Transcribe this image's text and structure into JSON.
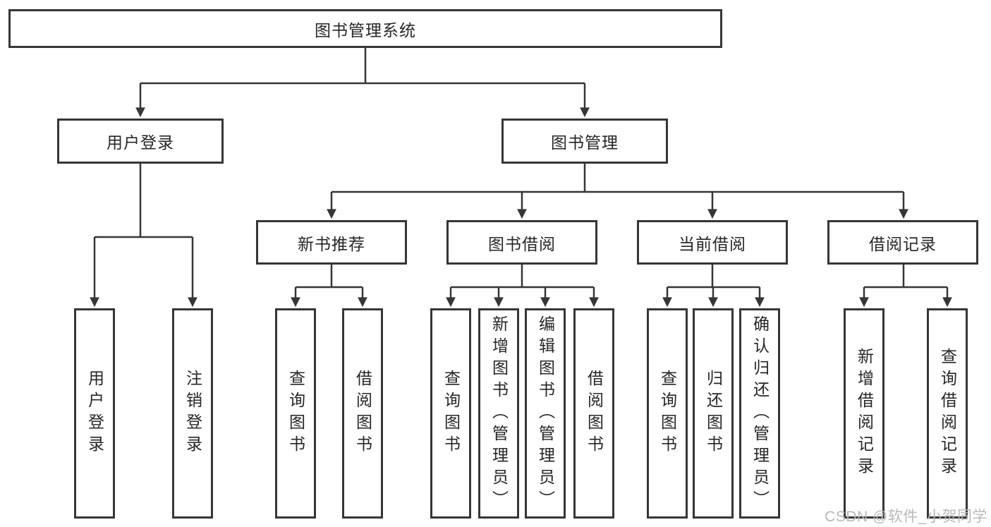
{
  "colors": {
    "line": "#363636",
    "text": "#262626",
    "watermark": "#b8b8b8",
    "page_background": "#ffffff",
    "box_background": "#ffffff"
  },
  "tree": {
    "root": {
      "label": "图书管理系统"
    },
    "level2": {
      "user_login": {
        "label": "用户登录"
      },
      "book_management": {
        "label": "图书管理"
      }
    },
    "level3": {
      "new_book_recommend": {
        "label": "新书推荐"
      },
      "book_borrow": {
        "label": "图书借阅"
      },
      "current_borrow": {
        "label": "当前借阅"
      },
      "borrow_records": {
        "label": "借阅记录"
      }
    },
    "leaves": {
      "user_login_children": {
        "login": {
          "label": "用户登录"
        },
        "logout": {
          "label": "注销登录"
        }
      },
      "new_book_children": {
        "query_books": {
          "label": "查询图书"
        },
        "borrow_books": {
          "label": "借阅图书"
        }
      },
      "book_borrow_children": {
        "query_books": {
          "label": "查询图书"
        },
        "add_books_admin": {
          "label": "新增图书（管理员）"
        },
        "edit_books_admin": {
          "label": "编辑图书（管理员）"
        },
        "borrow_books": {
          "label": "借阅图书"
        }
      },
      "current_borrow_children": {
        "query_books": {
          "label": "查询图书"
        },
        "return_books": {
          "label": "归还图书"
        },
        "confirm_return_admin": {
          "label": "确认归还（管理员）"
        }
      },
      "borrow_records_children": {
        "add_borrow_record": {
          "label": "新增借阅记录"
        },
        "query_borrow_record": {
          "label": "查询借阅记录"
        }
      }
    }
  },
  "watermark": {
    "text": "CSDN @软件_小贺同学"
  }
}
